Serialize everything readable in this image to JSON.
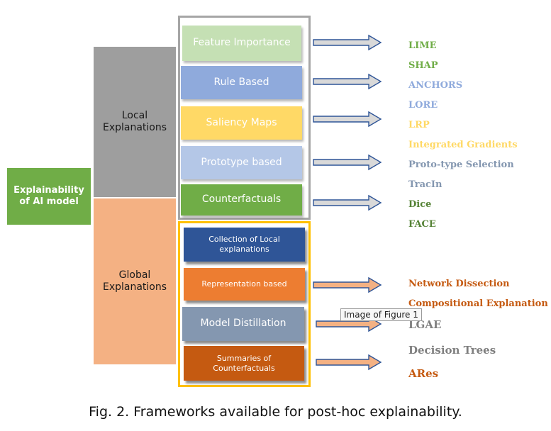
{
  "root": {
    "label": "Explainability of AI model",
    "color": "#70ad47"
  },
  "categories": {
    "local": {
      "label": "Local Explanations",
      "color": "#9e9e9e"
    },
    "global": {
      "label": "Global Explanations",
      "color": "#f4b183"
    }
  },
  "local_methods": [
    {
      "label": "Feature Importance",
      "color": "#c5e0b4"
    },
    {
      "label": "Rule Based",
      "color": "#8faadc"
    },
    {
      "label": "Saliency Maps",
      "color": "#ffd966"
    },
    {
      "label": "Prototype based",
      "color": "#b4c7e7"
    },
    {
      "label": "Counterfactuals",
      "color": "#70ad47"
    }
  ],
  "global_methods": [
    {
      "label": "Collection of Local explanations",
      "color": "#2f5597"
    },
    {
      "label": "Representation based",
      "color": "#ed7d31"
    },
    {
      "label": "Model Distillation",
      "color": "#8497b0"
    },
    {
      "label": "Summaries of Counterfactuals",
      "color": "#c55a11"
    }
  ],
  "frameworks": [
    {
      "label": "LIME",
      "color": "#70ad47"
    },
    {
      "label": "SHAP",
      "color": "#70ad47"
    },
    {
      "label": "ANCHORS",
      "color": "#8faadc"
    },
    {
      "label": "LORE",
      "color": "#8faadc"
    },
    {
      "label": "LRP",
      "color": "#ffd966"
    },
    {
      "label": "Integrated Gradients",
      "color": "#ffd966"
    },
    {
      "label": "Proto-type Selection",
      "color": "#8497b0"
    },
    {
      "label": "TracIn",
      "color": "#8497b0"
    },
    {
      "label": "Dice",
      "color": "#548235"
    },
    {
      "label": "FACE",
      "color": "#548235"
    },
    {
      "label": "Network Dissection",
      "color": "#c55a11"
    },
    {
      "label": "Compositional Explanation",
      "color": "#c55a11"
    },
    {
      "label": "LGAE",
      "color": "#7f7f7f"
    },
    {
      "label": "Decision Trees",
      "color": "#7f7f7f"
    },
    {
      "label": "ARes",
      "color": "#c55a11"
    }
  ],
  "tooltip": "Image of Figure 1",
  "caption": "Fig. 2.  Frameworks available for post-hoc explainability."
}
